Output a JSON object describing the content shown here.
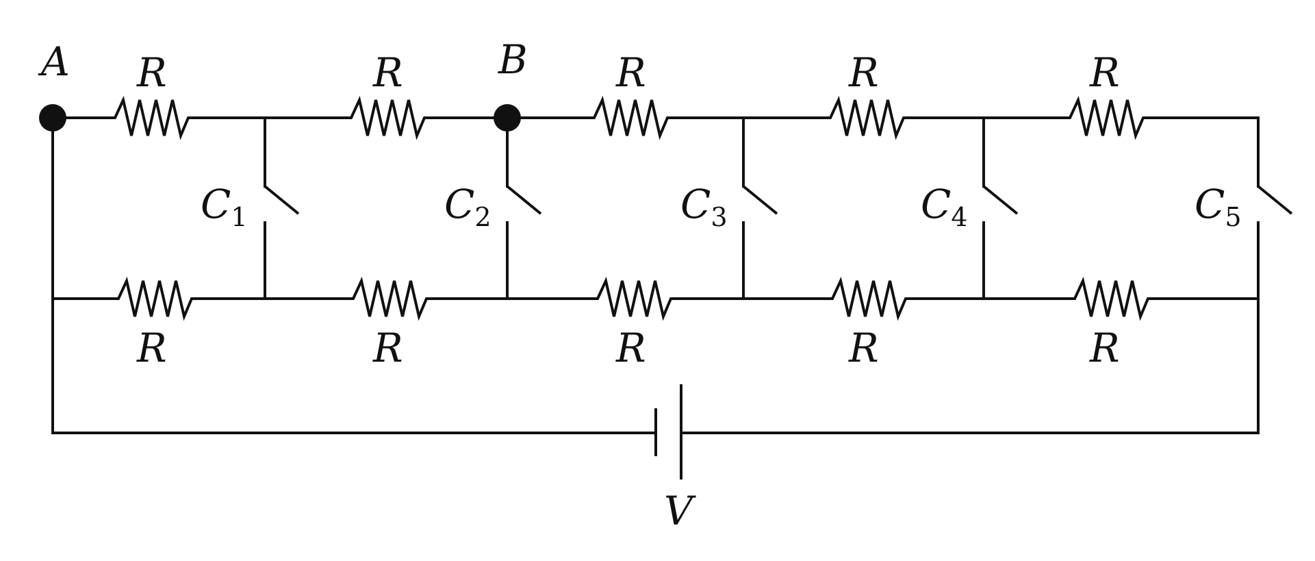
{
  "diagram": {
    "node_labels": {
      "a": "A",
      "b": "B"
    },
    "resistor_label": "R",
    "battery_label": "V",
    "switch_letter": "C",
    "switch_subscripts": [
      "1",
      "2",
      "3",
      "4",
      "5"
    ]
  }
}
